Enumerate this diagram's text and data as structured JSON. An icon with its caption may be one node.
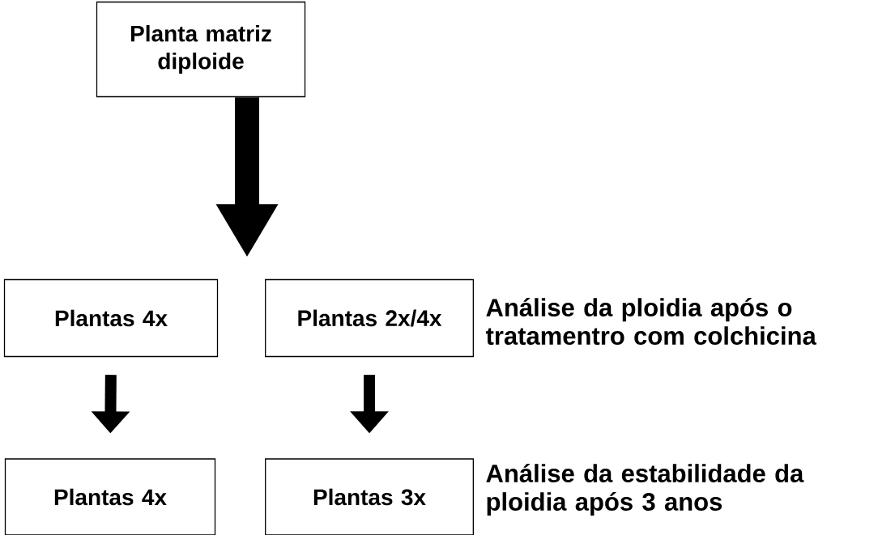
{
  "diagram": {
    "nodes": [
      {
        "text": [
          "Planta matriz diploide"
        ]
      },
      {
        "text": [
          "Plantas 4x"
        ]
      },
      {
        "text": [
          "Plantas 2x/4x"
        ]
      },
      {
        "text": [
          "Plantas 4x"
        ]
      },
      {
        "text": [
          "Plantas 3x"
        ]
      }
    ],
    "edges": [
      {
        "from": 0,
        "to": null,
        "arrow": "to",
        "style": "thick"
      },
      {
        "from": 1,
        "to": 3,
        "arrow": "to"
      },
      {
        "from": 2,
        "to": 4,
        "arrow": "to"
      }
    ],
    "labels": [
      "Análise da ploidia após o tratamentro com colchicina",
      "Análise da estabilidade da ploidia após 3 anos"
    ]
  }
}
